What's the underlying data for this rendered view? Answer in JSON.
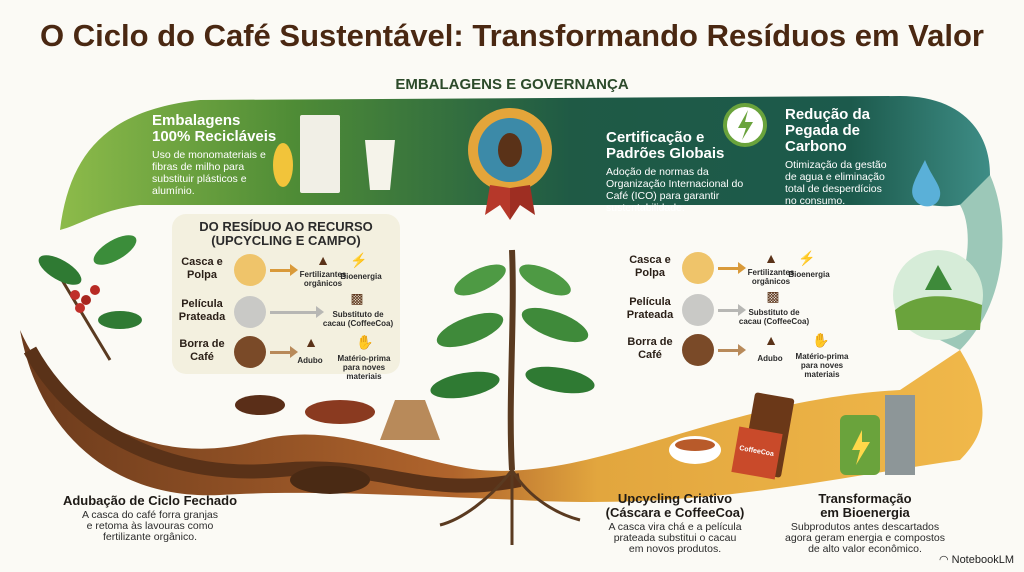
{
  "title": "O Ciclo do Café Sustentável: Transformando Resíduos em Valor",
  "subtitle": "EMBALAGENS E GOVERNANÇA",
  "top": {
    "packaging": {
      "title_1": "Embalagens",
      "title_2": "100% Recicláveis",
      "text": "Uso de monomateriais e fibras de milho para substituir plásticos e alumínio."
    },
    "certification": {
      "title_1": "Certificação e",
      "title_2": "Padrões Globais",
      "text": "Adoção de normas da Organização Internacional do Café (ICO) para garantir sustentabilidade."
    },
    "carbon": {
      "title_1": "Redução da",
      "title_2": "Pegada de",
      "title_3": "Carbono",
      "text": "Otimização da gestão de agua e eliminação total de desperdícios no consumo."
    }
  },
  "panel_left": {
    "title_1": "DO RESÍDUO AO RECURSO",
    "title_2": "(UPCYCLING E CAMPO)"
  },
  "rows": [
    {
      "label_1": "Casca e",
      "label_2": "Polpa",
      "outputs": [
        "Fertilizantes orgânicos",
        "Bioenergia"
      ]
    },
    {
      "label_1": "Película",
      "label_2": "Prateada",
      "outputs": [
        "Substituto de cacau (CoffeeCoa)"
      ]
    },
    {
      "label_1": "Borra de",
      "label_2": "Café",
      "outputs": [
        "Adubo",
        "Matério-prima para noves materiais"
      ]
    }
  ],
  "bottom": {
    "fertilization": {
      "title": "Adubação de Ciclo Fechado",
      "text": "A casca do café forra granjas e retoma às lavouras como fertilizante orgânico."
    },
    "upcycling": {
      "title_1": "Upcycling Criativo",
      "title_2": "(Cáscara e CoffeeCoa)",
      "text": "A casca vira chá e a película prateada substitui o cacau em novos produtos."
    },
    "bioenergy": {
      "title_1": "Transformação",
      "title_2": "em Bioenergia",
      "text": "Subprodutos antes descartados agora geram energia e compostos de alto valor econômico."
    }
  },
  "chocolate_label": "CoffeeCoa",
  "brand": "NotebookLM",
  "colors": {
    "title": "#4a2812",
    "green_dark": "#1f5a45",
    "green_light": "#6aa33c",
    "brown": "#5a3218",
    "orange": "#e3a43c"
  }
}
